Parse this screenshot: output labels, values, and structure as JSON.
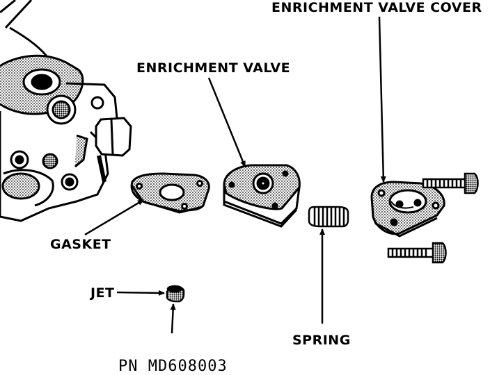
{
  "labels": {
    "enrichment_valve_cover": "ENRICHMENT VALVE COVER",
    "enrichment_valve": "ENRICHMENT VALVE",
    "gasket": "GASKET",
    "jet": "JET",
    "spring": "SPRING"
  },
  "part_number": "PN MD608003"
}
